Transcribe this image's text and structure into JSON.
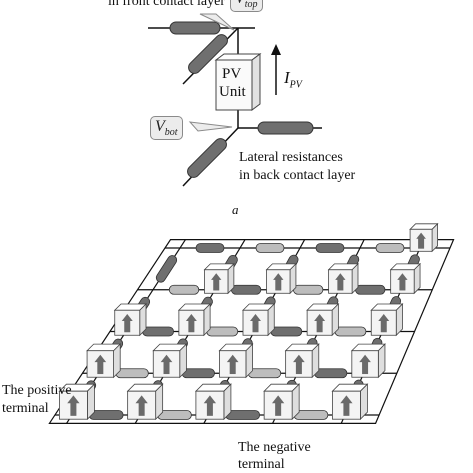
{
  "top": {
    "front_label": "in front contact layer",
    "vtop_main": "V",
    "vtop_sub": "top",
    "pv_line1": "PV",
    "pv_line2": "Unit",
    "ipv_main": "I",
    "ipv_sub": "PV",
    "vbot_main": "V",
    "vbot_sub": "bot",
    "lateral_line1": "Lateral resistances",
    "lateral_line2": "in back contact layer"
  },
  "caption": "a",
  "bottom": {
    "positive_line1": "The positive",
    "positive_line2": "terminal",
    "negative_line1": "The negative",
    "negative_line2": "terminal"
  },
  "colors": {
    "resistor_dark": "#6f6f6f",
    "resistor_light": "#bdbdbd",
    "box_fill": "#f4f4f4",
    "arrow": "#6a6a6a",
    "line": "#111111"
  }
}
